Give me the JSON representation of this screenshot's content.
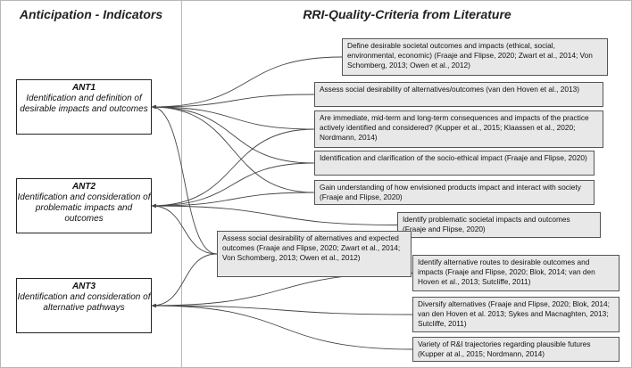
{
  "headers": {
    "left": "Anticipation - Indicators",
    "right": "RRI-Quality-Criteria from Literature"
  },
  "indicators": [
    {
      "id": "ANT1",
      "title": "ANT1",
      "desc": "Identification and definition of desirable impacts and outcomes"
    },
    {
      "id": "ANT2",
      "title": "ANT2",
      "desc": "Identification and consideration of problematic impacts and outcomes"
    },
    {
      "id": "ANT3",
      "title": "ANT3",
      "desc": "Identification and consideration of alternative pathways"
    }
  ],
  "criteria": [
    {
      "text": "Define desirable societal outcomes and impacts (ethical, social, environmental, economic) (Fraaje and Flipse, 2020; Zwart et al., 2014; Von Schomberg, 2013; Owen et al., 2012)",
      "links": [
        "ANT1"
      ]
    },
    {
      "text": "Assess social desirability of alternatives/outcomes (van den Hoven et al., 2013)",
      "links": [
        "ANT1"
      ]
    },
    {
      "text": "Are immediate, mid-term and long-term consequences and impacts of the practice actively identified and considered? (Kupper et al., 2015; Klaassen et al., 2020; Nordmann, 2014)",
      "links": [
        "ANT1",
        "ANT2"
      ]
    },
    {
      "text": "Identification and clarification of  the socio-ethical impact (Fraaje and Flipse, 2020)",
      "links": [
        "ANT1",
        "ANT2"
      ]
    },
    {
      "text": "Gain understanding of how envisioned products impact and interact with society (Fraaje and Flipse, 2020)",
      "links": [
        "ANT1",
        "ANT2"
      ]
    },
    {
      "text": "Identify problematic societal impacts and outcomes (Fraaje and Flipse, 2020)",
      "links": [
        "ANT2"
      ]
    },
    {
      "text": "Assess social desirability of alternatives and expected outcomes (Fraaje and Flipse, 2020; Zwart et al., 2014; Von Schomberg, 2013; Owen et al., 2012)",
      "links": [
        "ANT1",
        "ANT2",
        "ANT3"
      ]
    },
    {
      "text": "Identify alternative routes to desirable outcomes and impacts (Fraaje and Flipse, 2020; Blok, 2014; van den Hoven et al., 2013; Sutcliffe, 2011)",
      "links": [
        "ANT3"
      ]
    },
    {
      "text": "Diversify alternatives (Fraaje and Flipse, 2020; Blok, 2014; van den Hoven et al. 2013; Sykes and Macnaghten, 2013; Sutcliffe, 2011)",
      "links": [
        "ANT3"
      ]
    },
    {
      "text": "Variety of R&I trajectories regarding plausible futures (Kupper at al., 2015; Nordmann, 2014)",
      "links": [
        "ANT3"
      ]
    }
  ],
  "colors": {
    "edge": "#444444",
    "criterion_fill": "#e8e8e8",
    "divider": "#b8b8b8"
  }
}
